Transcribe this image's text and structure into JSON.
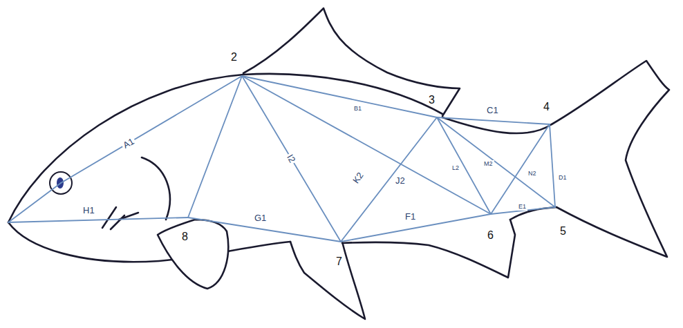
{
  "diagram": {
    "labels": [
      "2",
      "3",
      "4",
      "5",
      "6",
      "7",
      "8",
      "A1",
      "B1",
      "C1",
      "D1",
      "E1",
      "F1",
      "G1",
      "H1",
      "I2",
      "J2",
      "K2",
      "L2",
      "M2",
      "N2"
    ]
  }
}
